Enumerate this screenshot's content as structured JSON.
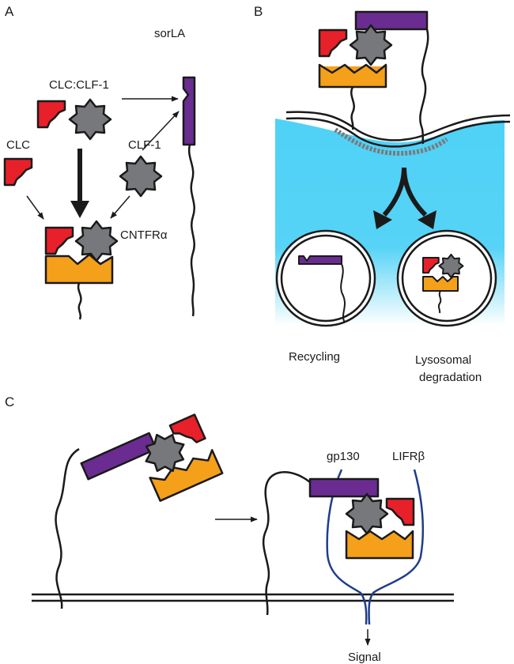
{
  "panels": {
    "a": "A",
    "b": "B",
    "c": "C"
  },
  "panel_a": {
    "sorla": "sorLA",
    "clc_clf1": "CLC:CLF-1",
    "clc": "CLC",
    "clf1": "CLF-1",
    "cntfr": "CNTFRα"
  },
  "panel_b": {
    "recycling": "Recycling",
    "lyso_1": "Lysosomal",
    "lyso_2": "degradation"
  },
  "panel_c": {
    "gp130": "gp130",
    "lifr": "LIFRβ",
    "signal": "Signal"
  },
  "colors": {
    "clc_red": "#e8202a",
    "clf1_gray": "#77787b",
    "cntfr_orange": "#f5a01a",
    "sorla_purple": "#6a2c91",
    "receptor_blue": "#1f3d8a",
    "cytosol_blue": "#5ad4f5"
  }
}
